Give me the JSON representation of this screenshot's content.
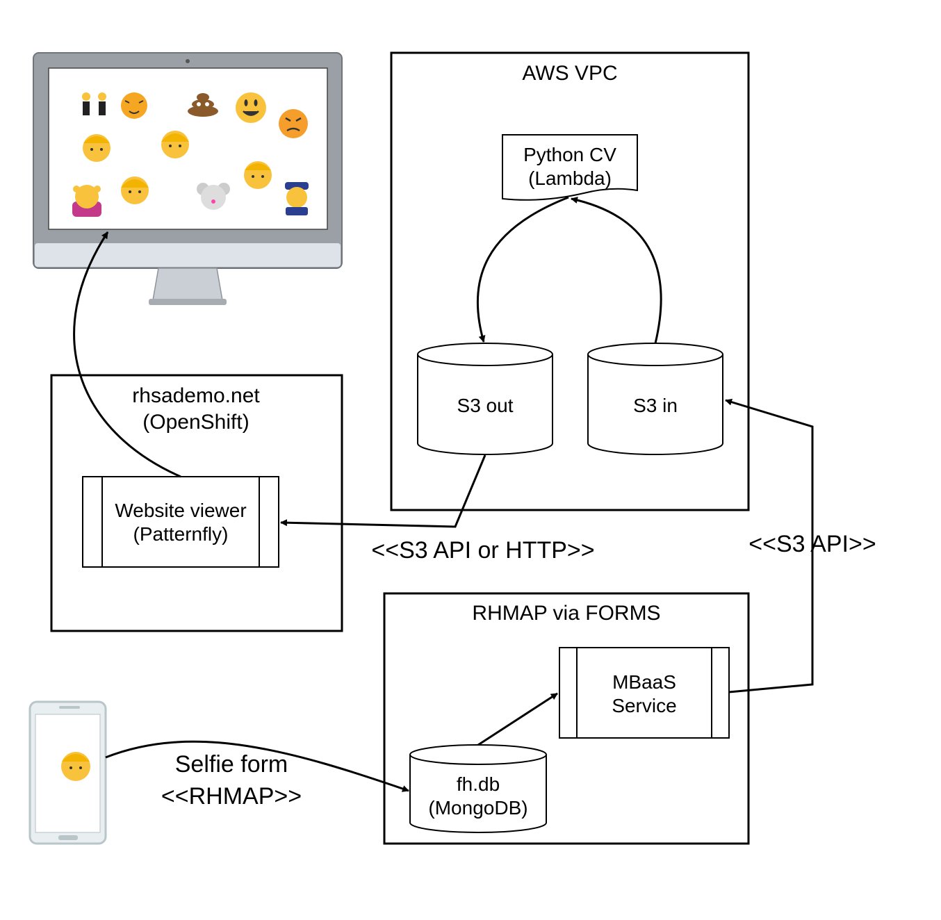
{
  "title": "",
  "colors": {
    "stroke": "#000000",
    "monitor_frame": "#9aa0a6",
    "monitor_chin": "#dde3e8",
    "phone_frame": "#c8d3d6",
    "emoji_yellow": "#f9c23c"
  },
  "icons": {
    "monitor": "desktop-monitor-icon",
    "phone": "mobile-phone-icon",
    "emoji_set": [
      "bunny-girls-emoji",
      "tiger-emoji",
      "poop-emoji",
      "smiley-emoji",
      "angry-emoji",
      "boy-emoji",
      "girl-emoji",
      "massage-woman-emoji",
      "mouse-emoji",
      "police-officer-emoji"
    ]
  },
  "containers": {
    "aws_vpc": {
      "title": "AWS VPC"
    },
    "openshift": {
      "title_line1": "rhsademo.net",
      "title_line2": "(OpenShift)"
    },
    "rhmap": {
      "title": "RHMAP via FORMS"
    }
  },
  "nodes": {
    "python_cv": {
      "line1": "Python CV",
      "line2": "(Lambda)"
    },
    "s3_out": {
      "label": "S3 out"
    },
    "s3_in": {
      "label": "S3 in"
    },
    "website_viewer": {
      "line1": "Website viewer",
      "line2": "(Patternfly)"
    },
    "mbaas": {
      "line1": "MBaaS",
      "line2": "Service"
    },
    "fhdb": {
      "line1": "fh.db",
      "line2": "(MongoDB)"
    }
  },
  "edges": {
    "s3_api_or_http": "<<S3 API or HTTP>>",
    "s3_api": "<<S3 API>>",
    "selfie_line1": "Selfie form",
    "selfie_line2": "<<RHMAP>>"
  }
}
